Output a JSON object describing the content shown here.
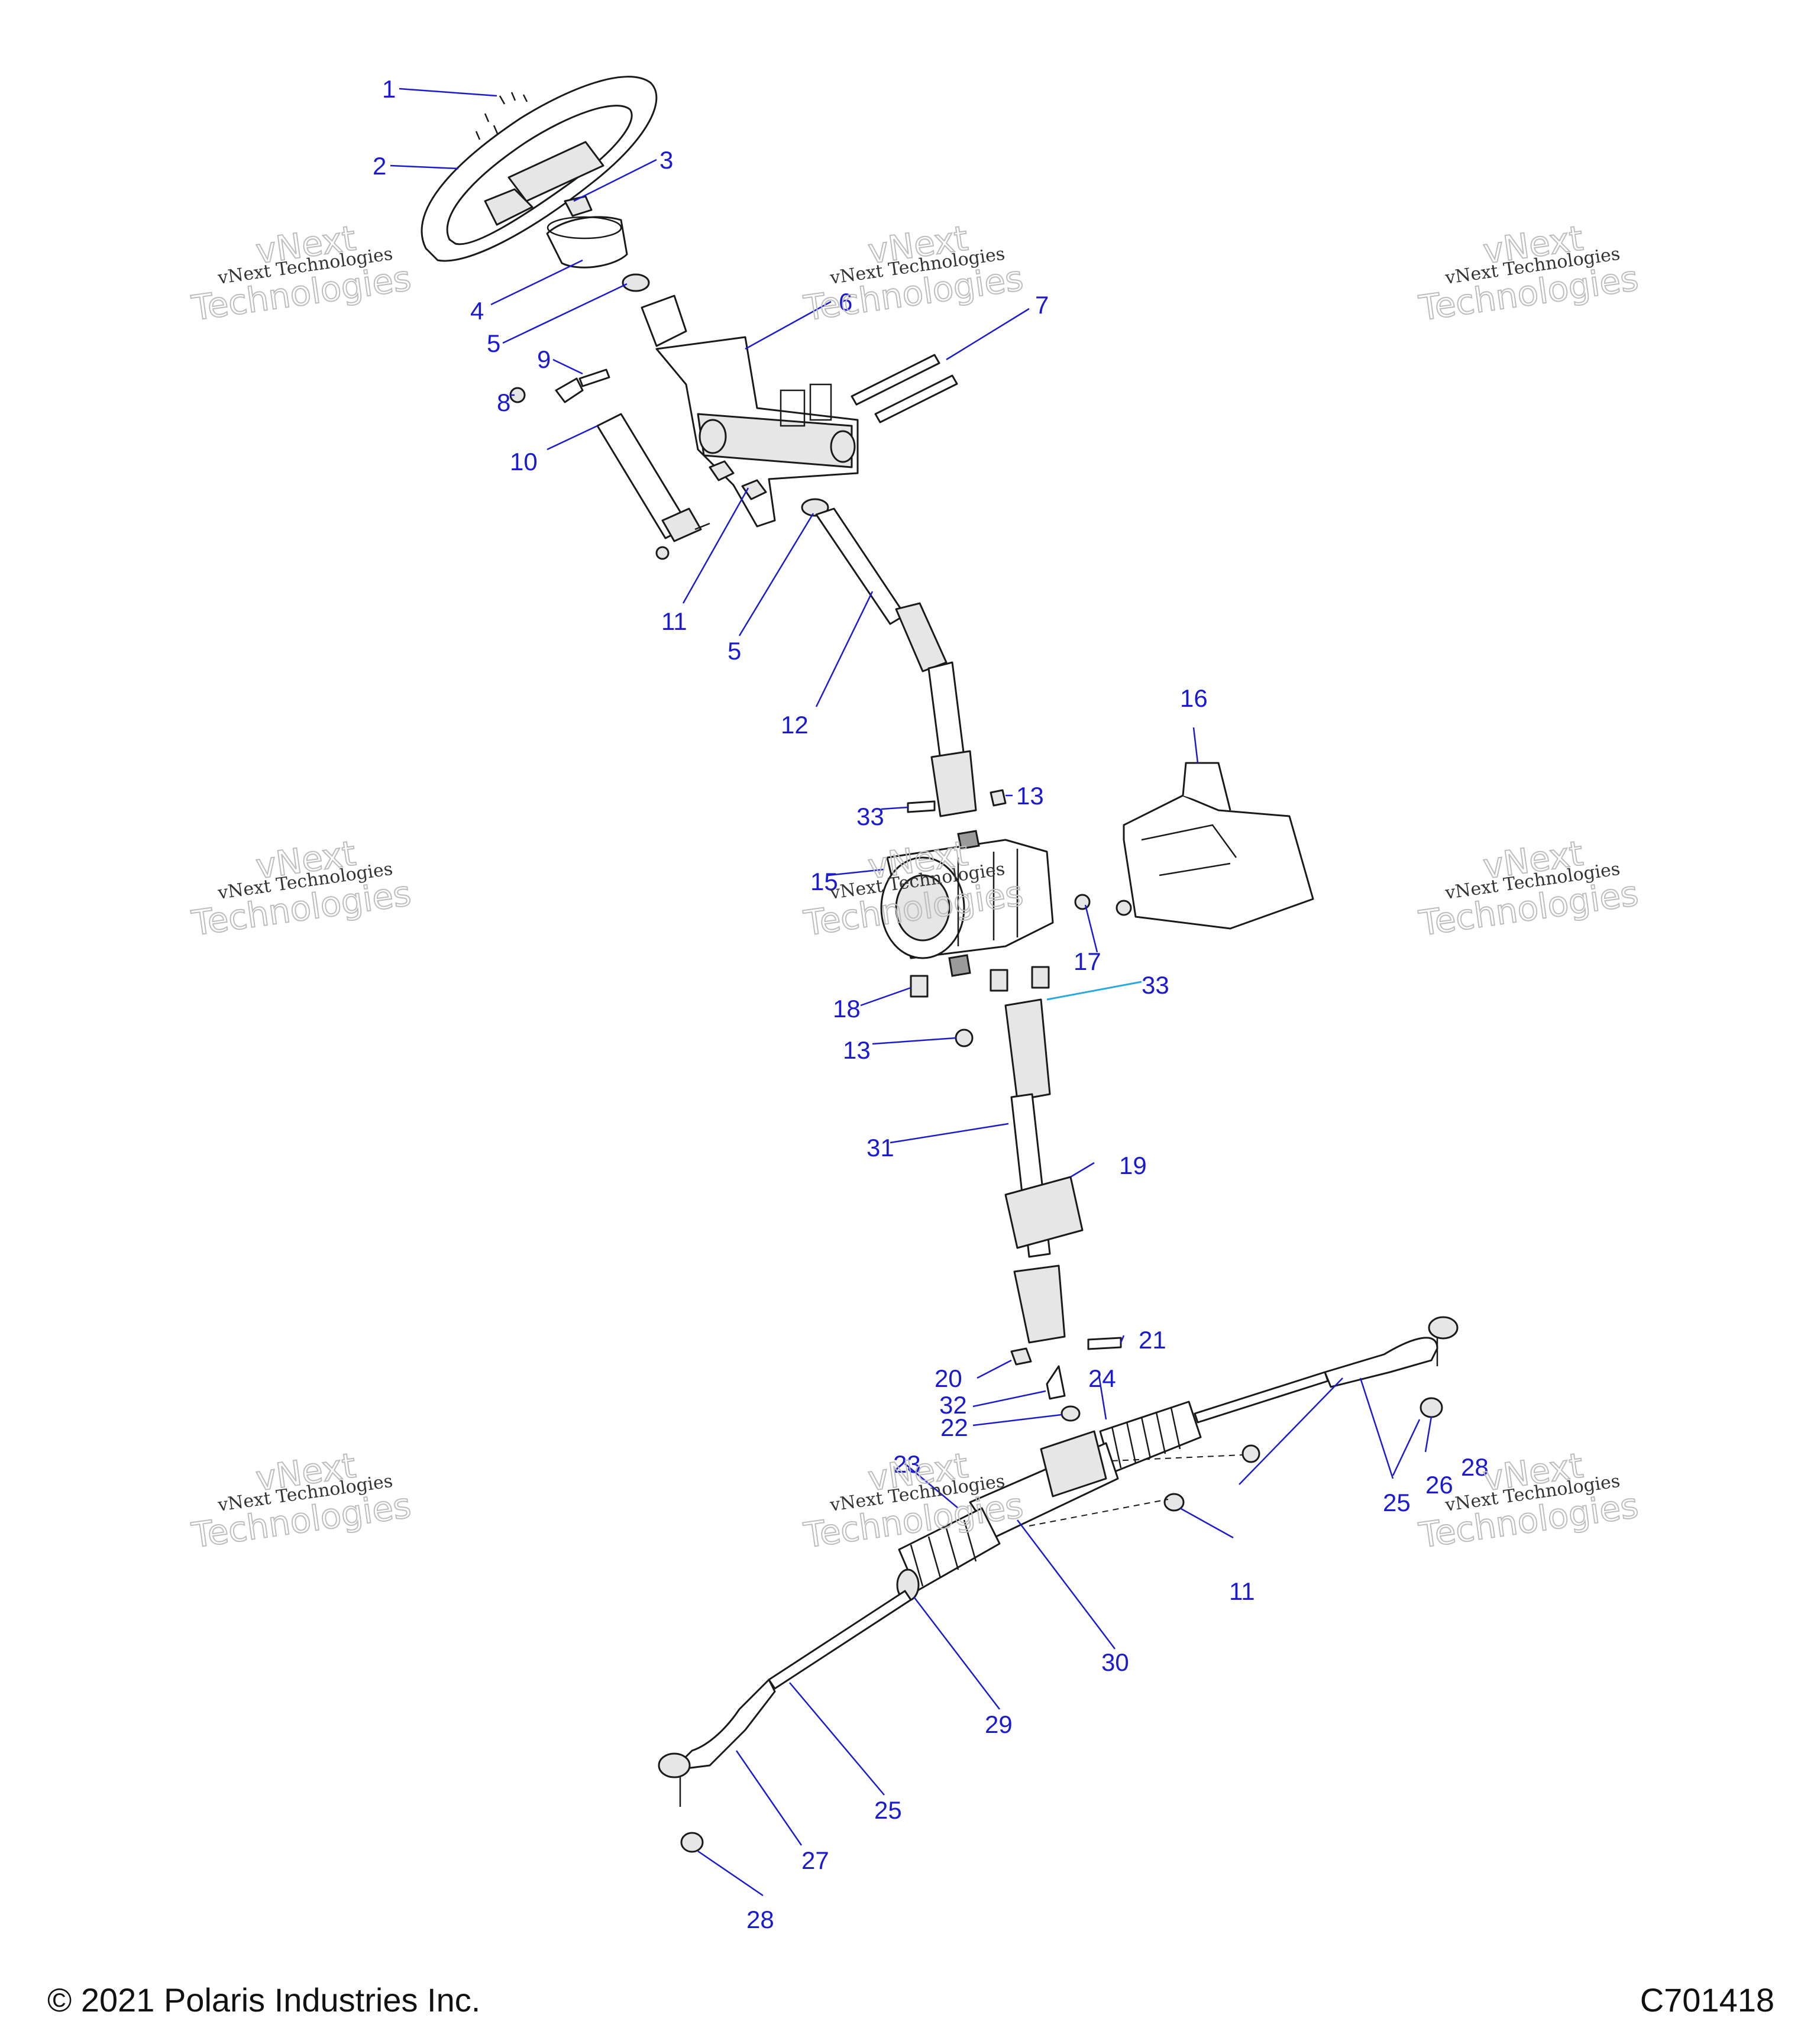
{
  "callouts": {
    "c1": "1",
    "c2": "2",
    "c3": "3",
    "c4": "4",
    "c5a": "5",
    "c5b": "5",
    "c6": "6",
    "c7": "7",
    "c8": "8",
    "c9": "9",
    "c10": "10",
    "c11a": "11",
    "c11b": "11",
    "c12": "12",
    "c13a": "13",
    "c13b": "13",
    "c15": "15",
    "c16": "16",
    "c17": "17",
    "c18": "18",
    "c19": "19",
    "c20": "20",
    "c21": "21",
    "c22": "22",
    "c23": "23",
    "c24": "24",
    "c25a": "25",
    "c25b": "25",
    "c26": "26",
    "c27": "27",
    "c28a": "28",
    "c28b": "28",
    "c29": "29",
    "c30": "30",
    "c31": "31",
    "c32": "32",
    "c33a": "33",
    "c33b": "33"
  },
  "watermark": {
    "line1": "vNext Technologies",
    "line2a": "vNext",
    "line2b": "Technologies"
  },
  "footer": {
    "copyright": "© 2021 Polaris Industries Inc.",
    "figure_id": "C701418"
  },
  "colors": {
    "callout": "#1a1ad0",
    "accent_leader": "#2aa8e0"
  }
}
